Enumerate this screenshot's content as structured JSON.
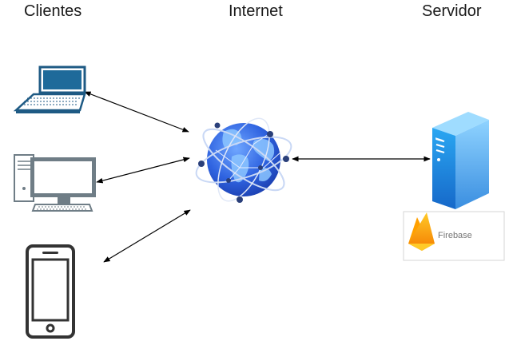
{
  "headings": {
    "clients": "Clientes",
    "internet": "Internet",
    "server": "Servidor"
  },
  "firebase": {
    "label": "Firebase"
  },
  "nodes": {
    "clients": [
      "laptop-icon",
      "desktop-computer-icon",
      "smartphone-icon"
    ],
    "internet": "globe-network-icon",
    "server": "server-tower-icon",
    "database": "firebase-logo-icon"
  },
  "connections": [
    {
      "from": "laptop-icon",
      "to": "globe-network-icon",
      "style": "double-arrow"
    },
    {
      "from": "desktop-computer-icon",
      "to": "globe-network-icon",
      "style": "double-arrow"
    },
    {
      "from": "smartphone-icon",
      "to": "globe-network-icon",
      "style": "double-arrow"
    },
    {
      "from": "globe-network-icon",
      "to": "server-tower-icon",
      "style": "double-arrow"
    }
  ],
  "colors": {
    "client_icon": "#1e5a84",
    "phone_icon": "#333333",
    "globe": "#3b6fe0",
    "server": "#2a8de0",
    "firebase_flame": "#f7a200",
    "arrow": "#000000"
  }
}
